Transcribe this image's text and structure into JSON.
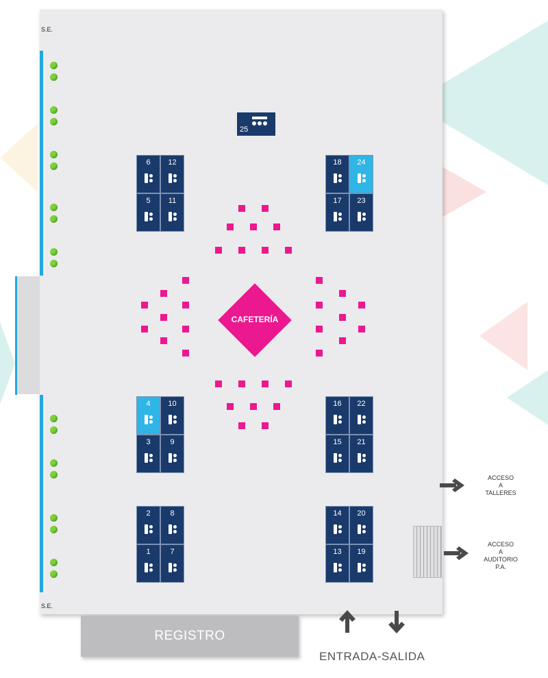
{
  "labels": {
    "se": "S.E.",
    "registro": "REGISTRO",
    "cafeteria": "CAFETERÍA",
    "entrada_salida": "ENTRADA-SALIDA",
    "acceso_talleres": [
      "ACCESO",
      "A",
      "TALLERES"
    ],
    "acceso_auditorio": [
      "ACCESO",
      "A",
      "AUDITORIO",
      "P.A."
    ]
  },
  "stage": {
    "number": "25"
  },
  "booths": {
    "b1": "1",
    "b2": "2",
    "b3": "3",
    "b4": "4",
    "b5": "5",
    "b6": "6",
    "b7": "7",
    "b8": "8",
    "b9": "9",
    "b10": "10",
    "b11": "11",
    "b12": "12",
    "b13": "13",
    "b14": "14",
    "b15": "15",
    "b16": "16",
    "b17": "17",
    "b18": "18",
    "b19": "19",
    "b20": "20",
    "b21": "21",
    "b22": "22",
    "b23": "23",
    "b24": "24"
  },
  "highlighted_booths": [
    "4",
    "24"
  ],
  "colors": {
    "booth": "#1a3a6b",
    "booth_highlight": "#2fb5e6",
    "cafeteria": "#ec188f",
    "wall": "#23a8df",
    "lamp": "#7fd13b"
  }
}
